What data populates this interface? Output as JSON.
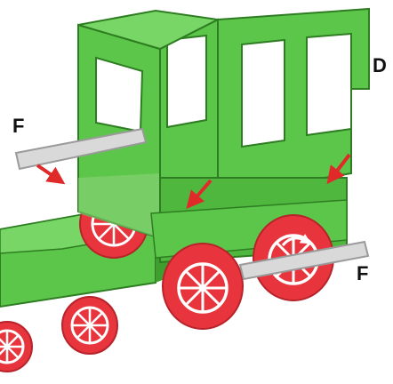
{
  "labels": {
    "d": "D",
    "f_left": "F",
    "f_right": "F"
  },
  "colors": {
    "body_green": "#5cc64a",
    "body_green_dark": "#3f9e2e",
    "body_green_light": "#78d666",
    "outline_green": "#2e7d22",
    "window_white": "#ffffff",
    "wheel_red": "#e8353d",
    "wheel_red_dark": "#b6232a",
    "wheel_spoke": "#ffffff",
    "axle_gray": "#d9d9d9",
    "axle_outline": "#9a9a9a",
    "arrow_red": "#e02a2a"
  },
  "icons": [
    "arrow-icon",
    "rotation-arrow-icon"
  ]
}
